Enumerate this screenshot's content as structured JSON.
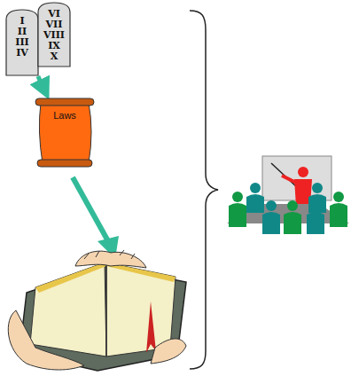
{
  "diagram": {
    "nodes": [
      {
        "text": [
          "I",
          "II",
          "III",
          "IV"
        ]
      },
      {
        "text": [
          "VI",
          "VII",
          "VIII",
          "IX",
          "X"
        ]
      },
      {
        "text": [
          "Laws"
        ]
      }
    ],
    "edges": [
      {
        "from": 0,
        "to": 2,
        "arrow": "to"
      }
    ]
  }
}
